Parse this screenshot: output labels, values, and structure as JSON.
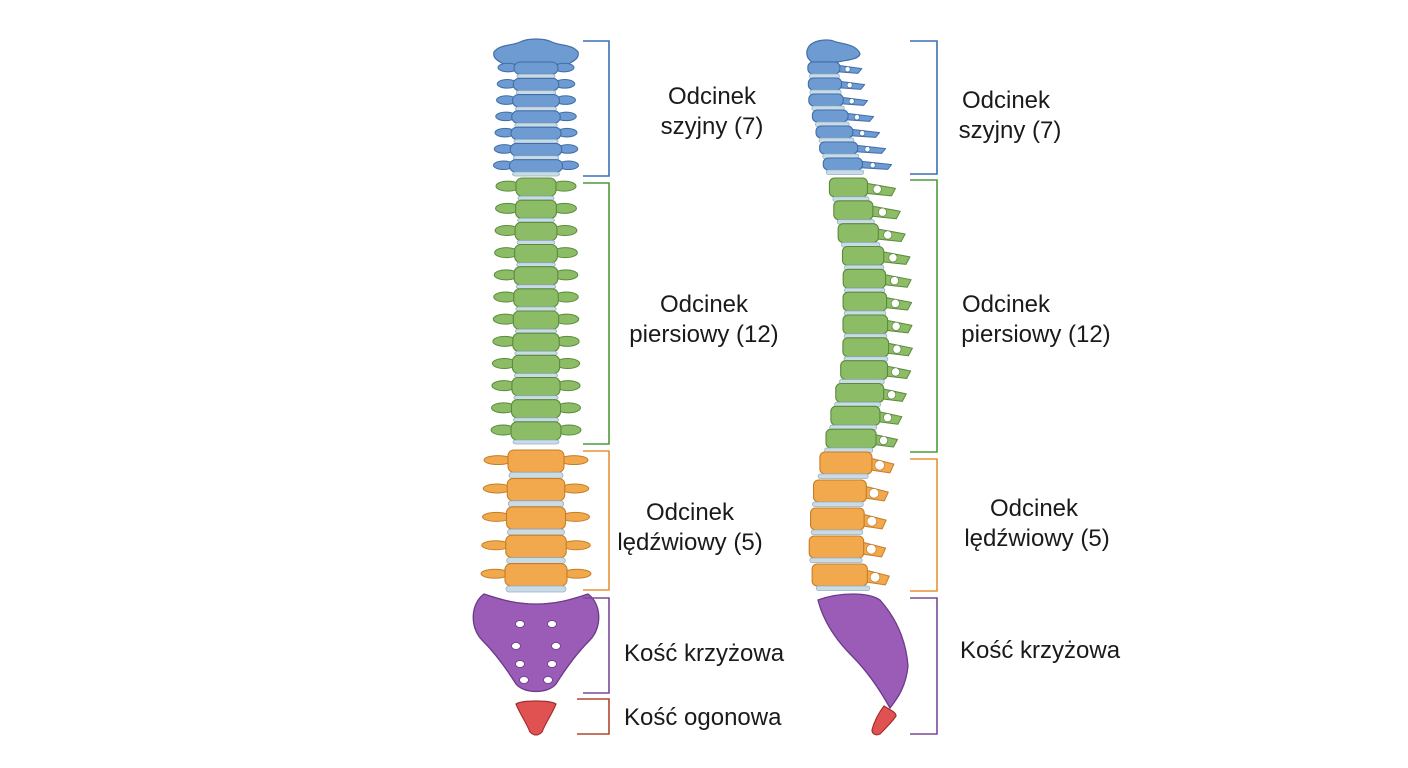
{
  "colors": {
    "cervical": "#6f9bd3",
    "cervical_stroke": "#3f6ea8",
    "thoracic": "#8cbd66",
    "thoracic_stroke": "#5b8a3b",
    "lumbar": "#f2a94e",
    "lumbar_stroke": "#c67d24",
    "sacrum": "#9b5cb8",
    "sacrum_stroke": "#6c3a88",
    "coccyx": "#e05252",
    "coccyx_stroke": "#a52d2d",
    "disc": "#c9dbe6",
    "bracket_cervical": "#3b6fb5",
    "bracket_thoracic": "#4f9a3a",
    "bracket_lumbar": "#e8923a",
    "bracket_sacrum": "#7b4a99",
    "bracket_coccyx": "#b3462d"
  },
  "front_view": {
    "cervical": {
      "line1": "Odcinek",
      "line2": "szyjny (7)"
    },
    "thoracic": {
      "line1": "Odcinek",
      "line2": "piersiowy (12)"
    },
    "lumbar": {
      "line1": "Odcinek",
      "line2": "lędźwiowy (5)"
    },
    "sacrum": {
      "line1": "Kość krzyżowa"
    },
    "coccyx": {
      "line1": "Kość ogonowa"
    }
  },
  "side_view": {
    "cervical": {
      "line1": "Odcinek",
      "line2": "szyjny (7)"
    },
    "thoracic": {
      "line1": "Odcinek",
      "line2": "piersiowy (12)"
    },
    "lumbar": {
      "line1": "Odcinek",
      "line2": "lędźwiowy (5)"
    },
    "sacrum": {
      "line1": "Kość krzyżowa"
    }
  },
  "counts": {
    "cervical": 7,
    "thoracic": 12,
    "lumbar": 5
  }
}
